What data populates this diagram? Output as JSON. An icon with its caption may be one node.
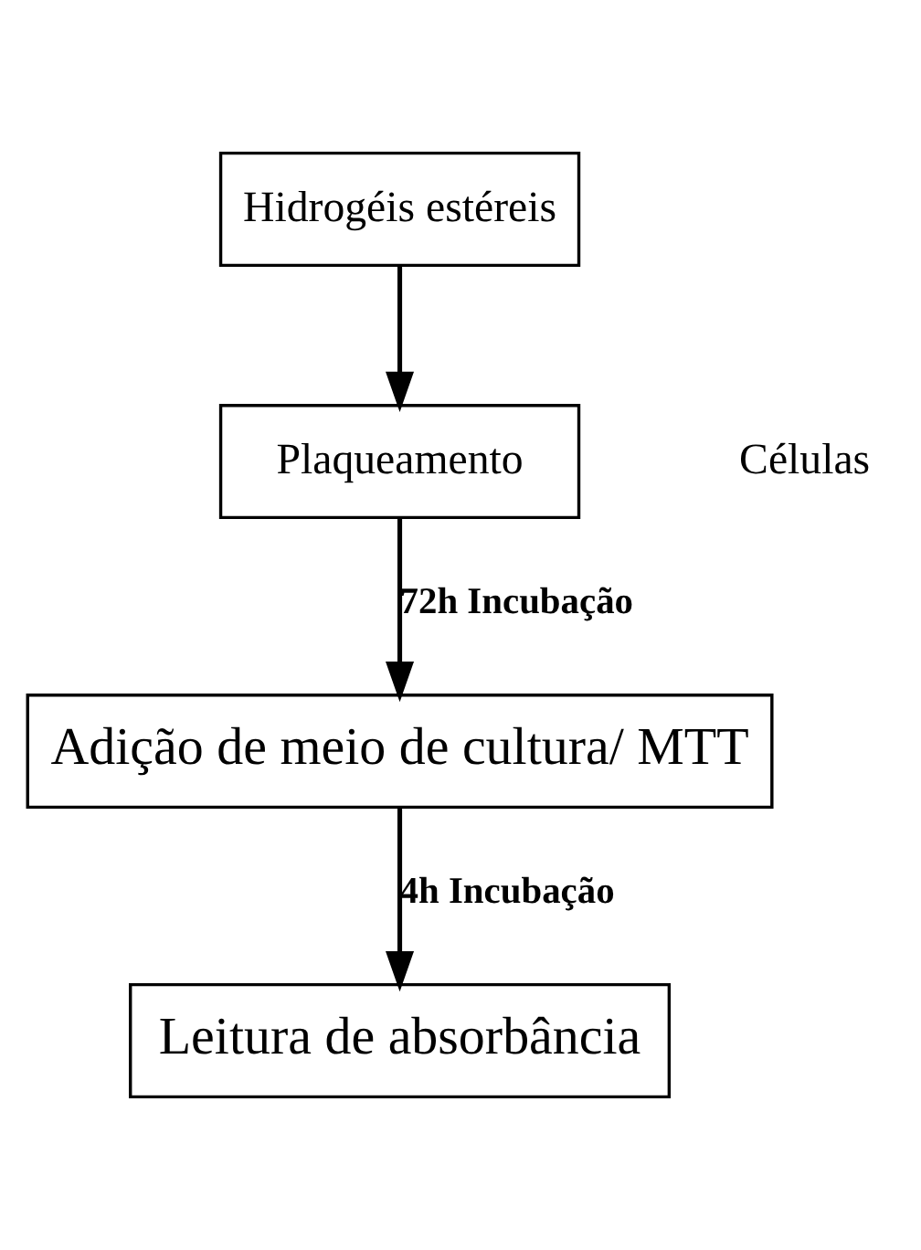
{
  "diagram": {
    "nodes": [
      {
        "text": [
          "Hidrogéis estéreis"
        ]
      },
      {
        "text": [
          "Plaqueamento"
        ]
      },
      {
        "text": [
          "Adição de meio de cultura/ MTT"
        ]
      },
      {
        "text": [
          "Leitura de absorbância"
        ]
      }
    ],
    "edges": [
      {
        "from": 0,
        "to": 1,
        "arrow": "to"
      },
      {
        "from": 1,
        "to": 2,
        "arrow": "to",
        "label": "72h Incubação"
      },
      {
        "from": 2,
        "to": 3,
        "arrow": "to",
        "label": "4h Incubação"
      }
    ],
    "labels": [
      "Células"
    ]
  }
}
